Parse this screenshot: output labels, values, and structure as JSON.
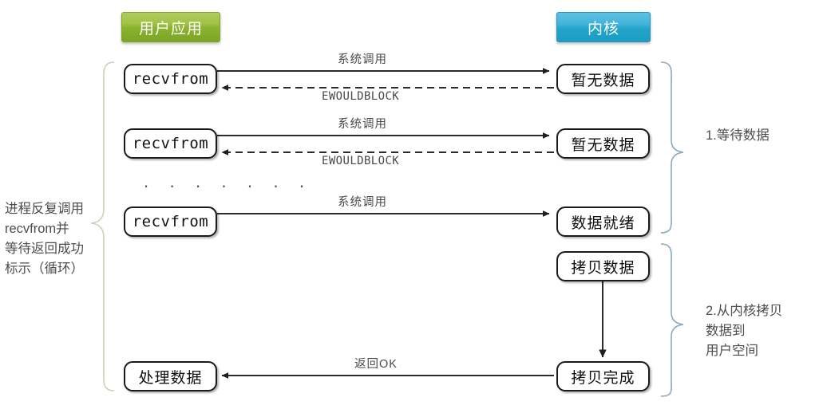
{
  "diagram": {
    "title_user": "用户应用",
    "title_kernel": "内核",
    "ellipsis": ". . . . . . ."
  },
  "colors": {
    "user_pill_top": "#b0cc5e",
    "user_pill_bottom": "#7aa526",
    "kernel_pill_top": "#5cc1e2",
    "kernel_pill_bottom": "#1d9cc2",
    "box_border": "#1a1a1a",
    "arrow": "#333333",
    "left_brace": "#cfcbb4",
    "right_brace": "#8aaabd",
    "label_text": "#4a4a4a"
  },
  "user_boxes": [
    {
      "label": "recvfrom"
    },
    {
      "label": "recvfrom"
    },
    {
      "label": "recvfrom"
    },
    {
      "label": "处理数据"
    }
  ],
  "kernel_boxes": [
    {
      "label": "暂无数据"
    },
    {
      "label": "暂无数据"
    },
    {
      "label": "数据就绪"
    },
    {
      "label": "拷贝数据"
    },
    {
      "label": "拷贝完成"
    }
  ],
  "arrow_labels": {
    "syscall_1": "系统调用",
    "ewouldblock_1": "EWOULDBLOCK",
    "syscall_2": "系统调用",
    "ewouldblock_2": "EWOULDBLOCK",
    "syscall_3": "系统调用",
    "return_ok": "返回OK"
  },
  "captions": {
    "left": "进程反复调用\nrecvfrom并\n等待返回成功\n标示（循环）",
    "right_1": "1.等待数据",
    "right_2": "2.从内核拷贝\n   数据到\n   用户空间"
  }
}
